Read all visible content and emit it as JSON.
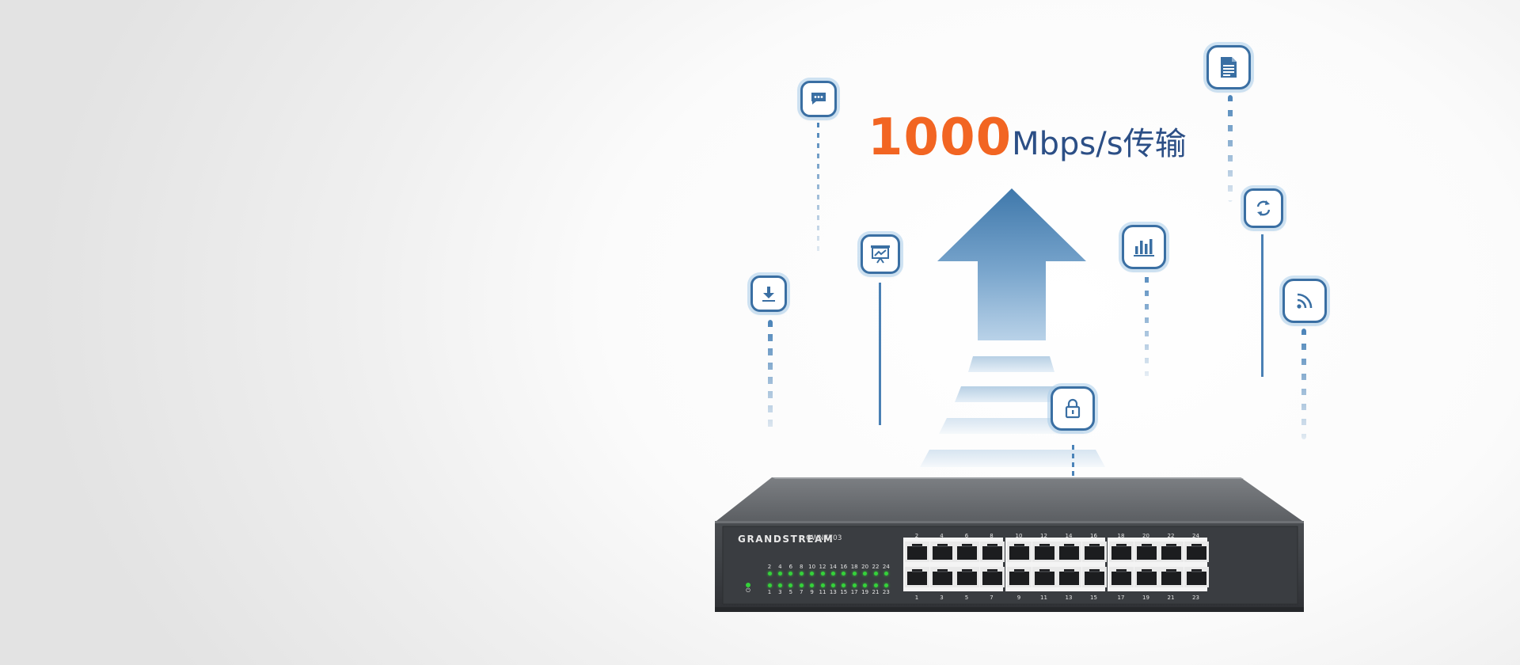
{
  "headline": {
    "number": "1000",
    "unit": "Mbps/s传输"
  },
  "device": {
    "brand": "GRANDSTREAM",
    "model": "GWN7703",
    "top_port_numbers": [
      "2",
      "4",
      "6",
      "8",
      "10",
      "12",
      "14",
      "16",
      "18",
      "20",
      "22",
      "24"
    ],
    "bottom_port_numbers": [
      "1",
      "3",
      "5",
      "7",
      "9",
      "11",
      "13",
      "15",
      "17",
      "19",
      "21",
      "23"
    ],
    "led_top_numbers": [
      "2",
      "4",
      "6",
      "8",
      "10",
      "12",
      "14",
      "16",
      "18",
      "20",
      "22",
      "24"
    ],
    "led_bottom_numbers": [
      "1",
      "3",
      "5",
      "7",
      "9",
      "11",
      "13",
      "15",
      "17",
      "19",
      "21",
      "23"
    ],
    "power_symbol": "⏻"
  },
  "icons": [
    "chat-icon",
    "presentation-icon",
    "download-icon",
    "bar-chart-icon",
    "lock-icon",
    "document-icon",
    "sync-icon",
    "rss-icon"
  ],
  "colors": {
    "accent": "#f26522",
    "brand_blue": "#2c4f86",
    "icon_blue": "#3a6fa3",
    "led_green": "#35d23a"
  }
}
